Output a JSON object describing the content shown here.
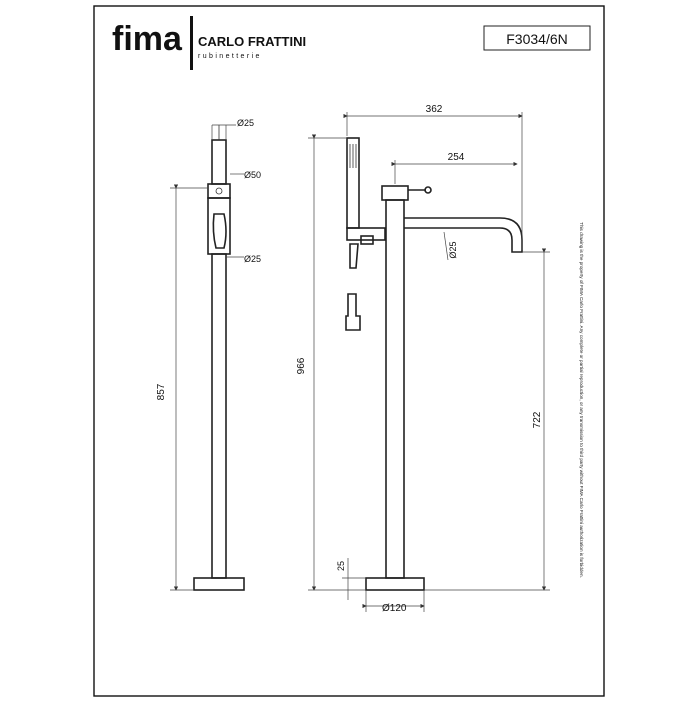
{
  "header": {
    "brand_fima": "fima",
    "brand_carlo": "CARLO FRATTINI",
    "brand_sub": "rubinetterie",
    "model_code": "F3034/6N"
  },
  "side_view": {
    "dims": {
      "top_diameter": "Ø25",
      "body_diameter": "Ø50",
      "handle_diameter": "Ø25",
      "height": "857"
    }
  },
  "front_view": {
    "dims": {
      "overall_width": "362",
      "spout_reach": "254",
      "spout_diameter": "Ø25",
      "total_height": "966",
      "spout_height": "722",
      "base_thickness": "25",
      "base_diameter": "Ø120"
    }
  },
  "footer_note": "This drawing is the property of FIMA Carlo Frattini. Any complete or partial reproduction, or any transmission to third party without FIMA Carlo Frattini authorization is forbidden."
}
